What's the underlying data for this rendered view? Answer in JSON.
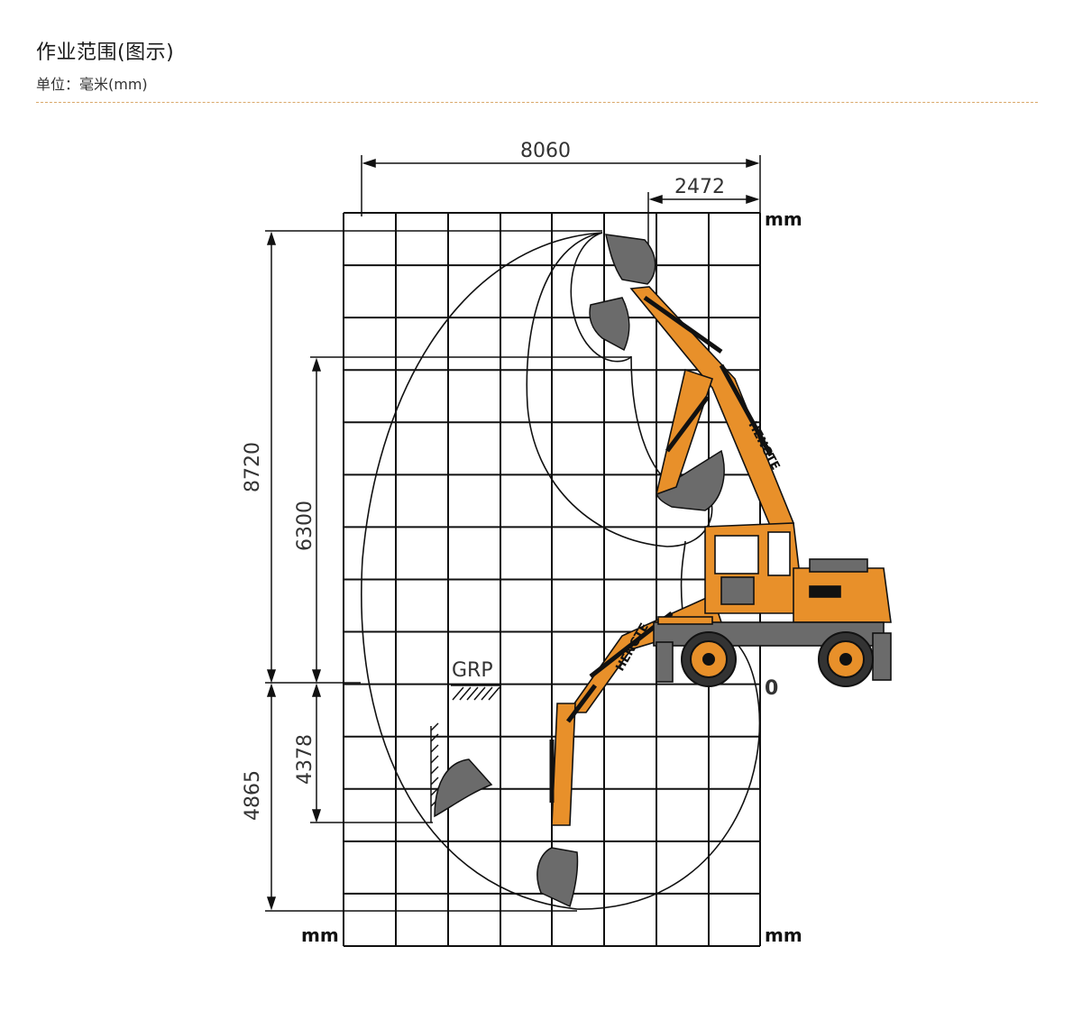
{
  "header": {
    "title": "作业范围(图示)",
    "unit": "单位：毫米(mm)"
  },
  "diagram": {
    "dimensions": {
      "max_reach": "8060",
      "min_radius": "2472",
      "max_cutting_height": "8720",
      "max_dump_height": "6300",
      "max_digging_depth": "4865",
      "max_vertical_wall_depth": "4378"
    },
    "labels": {
      "ground_reference": "GRP",
      "zero_mark": "0",
      "unit_top_right": "mm",
      "unit_bottom_left": "mm",
      "unit_bottom_right": "mm",
      "brand_boom": "HENGTE",
      "brand_arm": "HENGTE"
    },
    "colors": {
      "machine": "#e8902a",
      "lines": "#111111",
      "bucket": "#6b6b6b",
      "divider": "#d9a86a"
    }
  }
}
